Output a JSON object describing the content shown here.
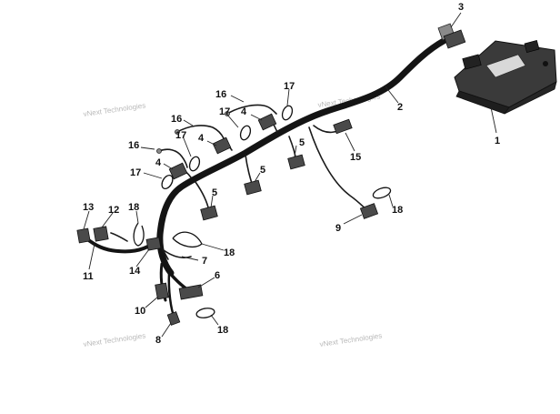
{
  "watermark": {
    "text": "vNext Technologies"
  },
  "callouts": {
    "c1": "1",
    "c2": "2",
    "c3": "3",
    "c4a": "4",
    "c4b": "4",
    "c4c": "4",
    "c5a": "5",
    "c5b": "5",
    "c5c": "5",
    "c6": "6",
    "c7": "7",
    "c8": "8",
    "c9": "9",
    "c10": "10",
    "c11": "11",
    "c12": "12",
    "c13": "13",
    "c14": "14",
    "c15": "15",
    "c16a": "16",
    "c16b": "16",
    "c16c": "16",
    "c17a": "17",
    "c17b": "17",
    "c17c": "17",
    "c17d": "17",
    "c18a": "18",
    "c18b": "18",
    "c18c": "18",
    "c18d": "18"
  },
  "colors": {
    "harness": "#141414",
    "module": "#2b2b2b",
    "watermark": "#b9b9b9"
  }
}
